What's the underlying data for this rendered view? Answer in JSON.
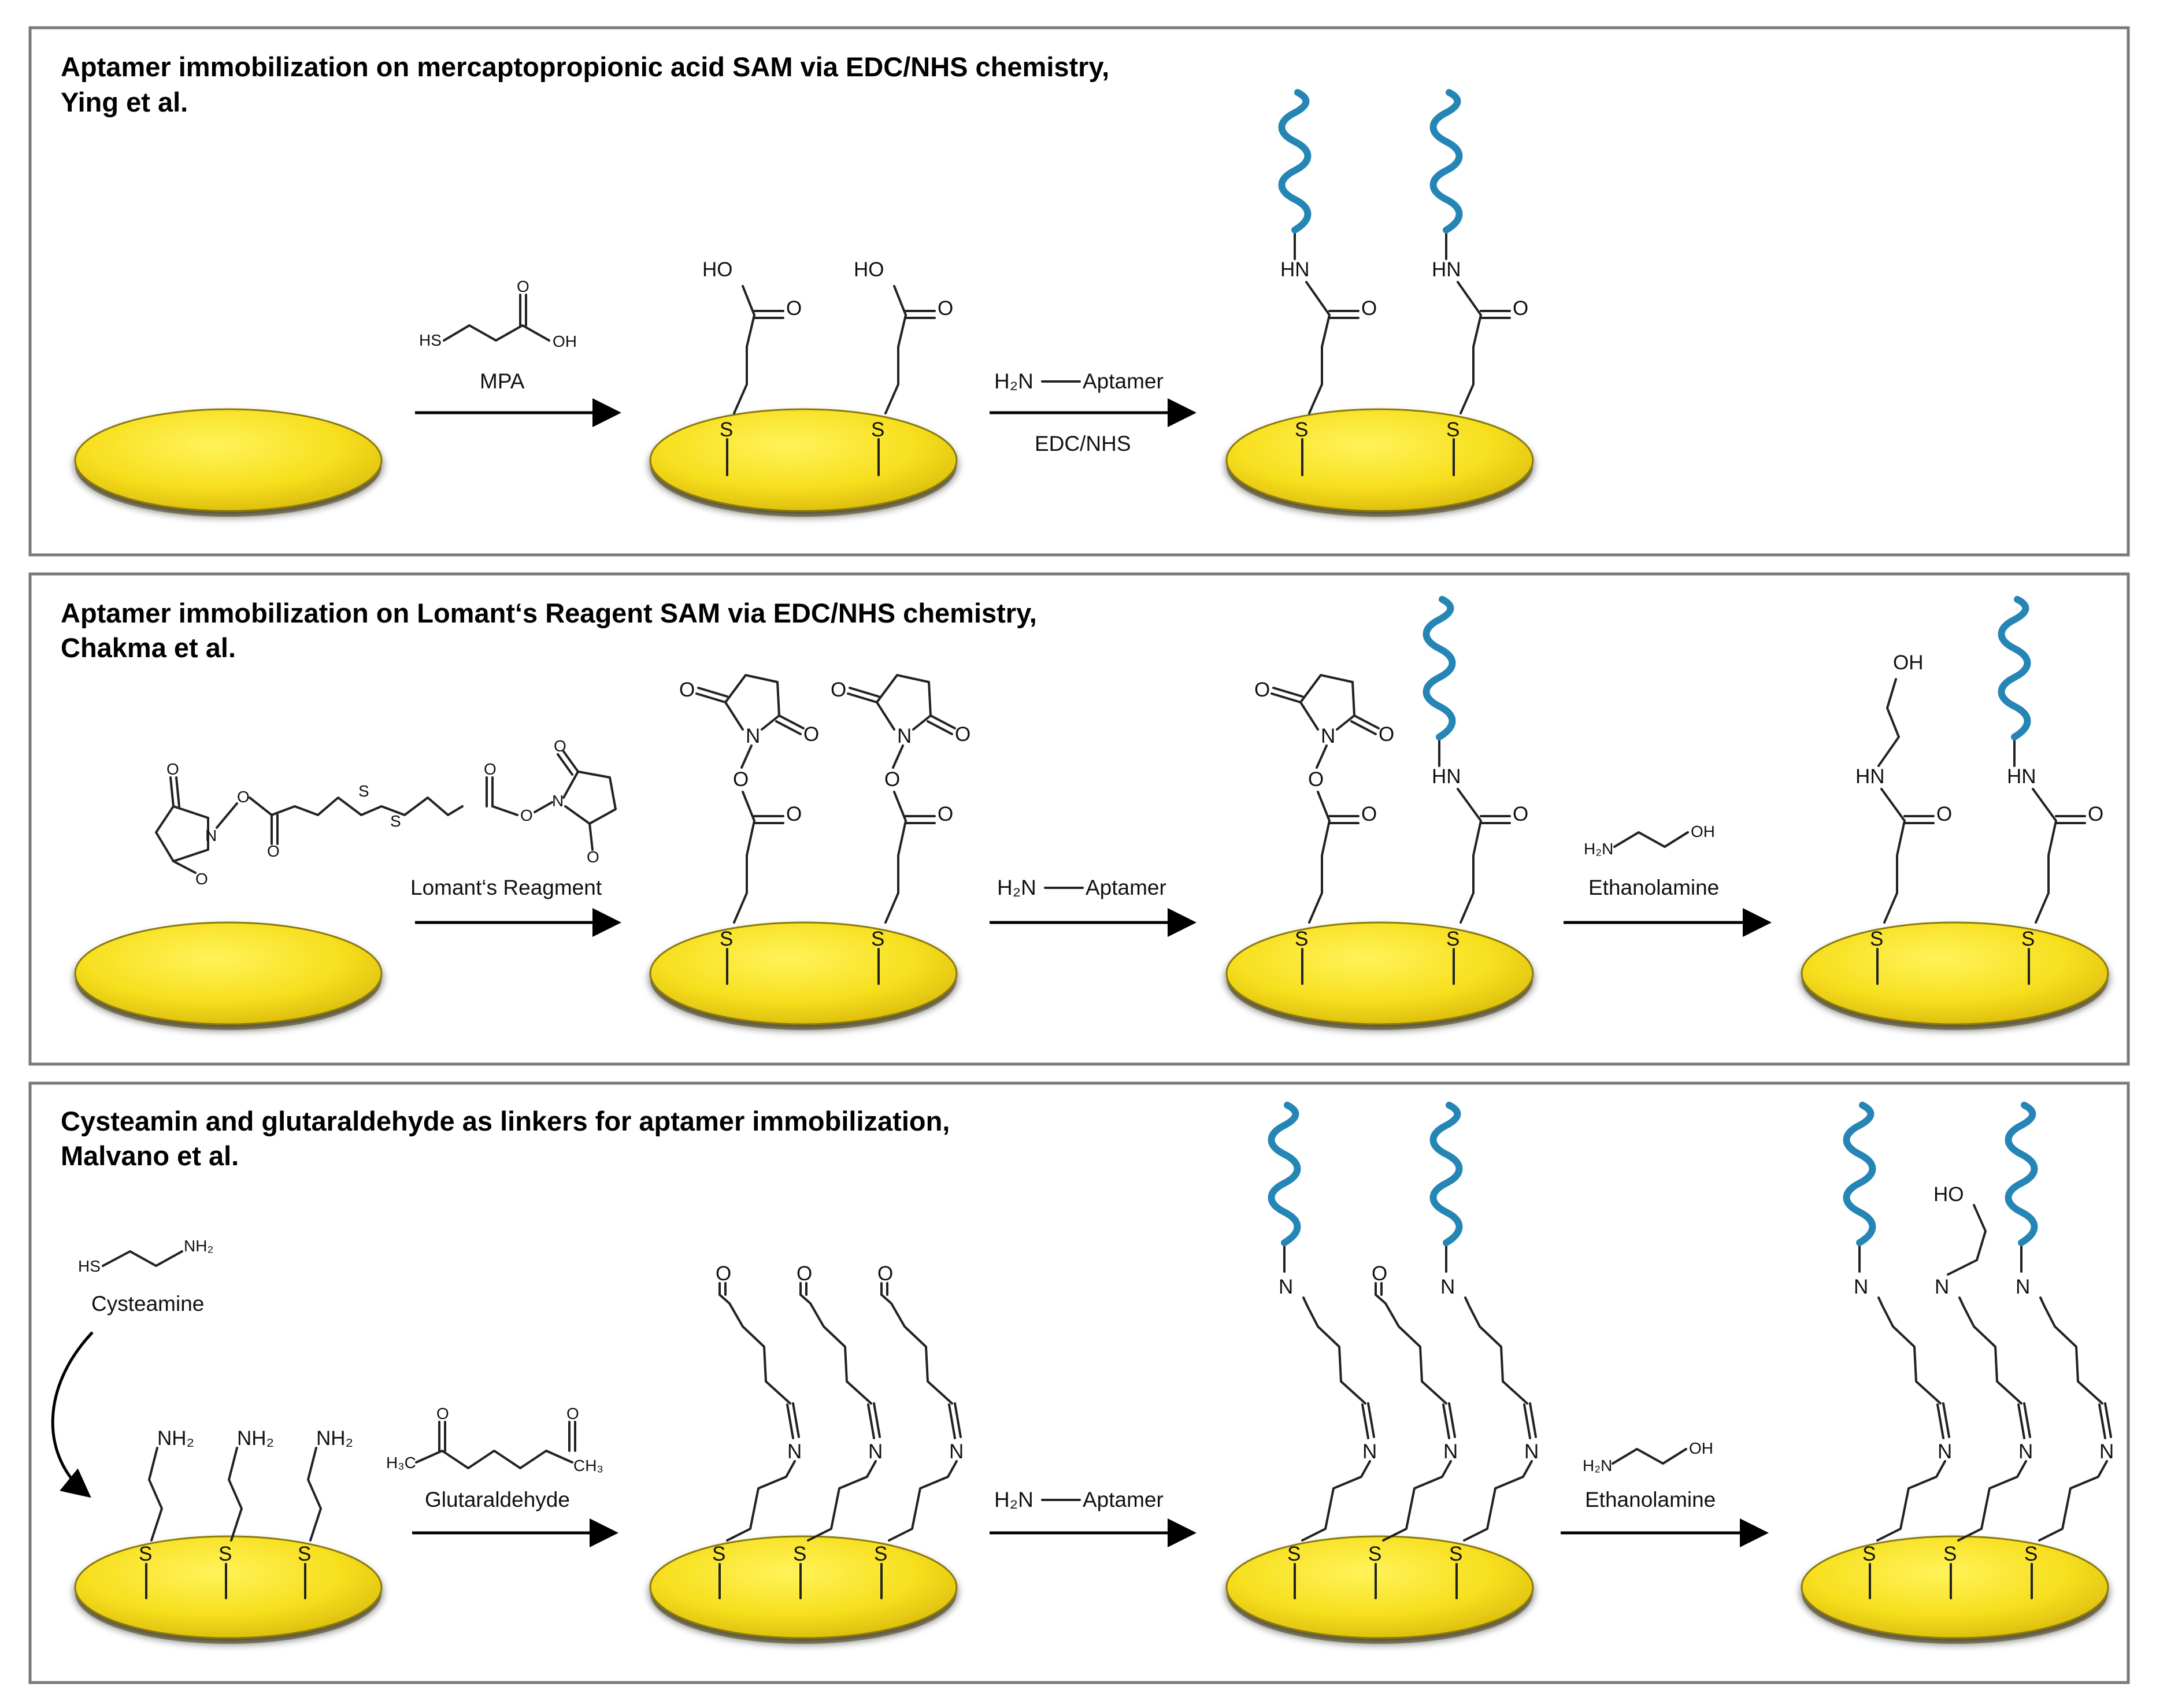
{
  "panels": [
    {
      "title_line1": "Aptamer immobilization on mercaptopropionic acid SAM via EDC/NHS chemistry,",
      "title_line2": "Ying et al.",
      "reagents": [
        {
          "label": "MPA",
          "atoms": {
            "hs": "HS",
            "o": "O",
            "oh": "OH"
          }
        },
        {
          "label": "EDC/NHS",
          "amine": "H₂N",
          "aptamer": "Aptamer"
        }
      ]
    },
    {
      "title_line1": "Aptamer immobilization on Lomant‘s Reagent SAM via EDC/NHS chemistry,",
      "title_line2": "Chakma et al.",
      "reagents": [
        {
          "label": "Lomant‘s Reagment"
        },
        {
          "amine": "H₂N",
          "aptamer": "Aptamer"
        },
        {
          "label": "Ethanolamine",
          "h2n": "H₂N",
          "oh": "OH"
        }
      ]
    },
    {
      "title_line1": "Cysteamin and glutaraldehyde as linkers for aptamer immobilization,",
      "title_line2": "Malvano et al.",
      "reagents": [
        {
          "label": "Cysteamine",
          "hs": "HS",
          "nh2": "NH₂"
        },
        {
          "label": "Glutaraldehyde",
          "h3c": "H₃C",
          "ch3": "CH₃",
          "o": "O"
        },
        {
          "amine": "H₂N",
          "aptamer": "Aptamer"
        },
        {
          "label": "Ethanolamine",
          "h2n": "H₂N",
          "oh": "OH"
        }
      ]
    }
  ],
  "atoms": {
    "s": "S",
    "o": "O",
    "n": "N",
    "ho": "HO",
    "hn": "HN",
    "oh": "OH",
    "nh2": "NH₂"
  },
  "colors": {
    "gold": "#f7df1e",
    "gold_edge": "#8a7a10",
    "aptamer": "#2586b5",
    "frame": "#7a7a7a"
  }
}
